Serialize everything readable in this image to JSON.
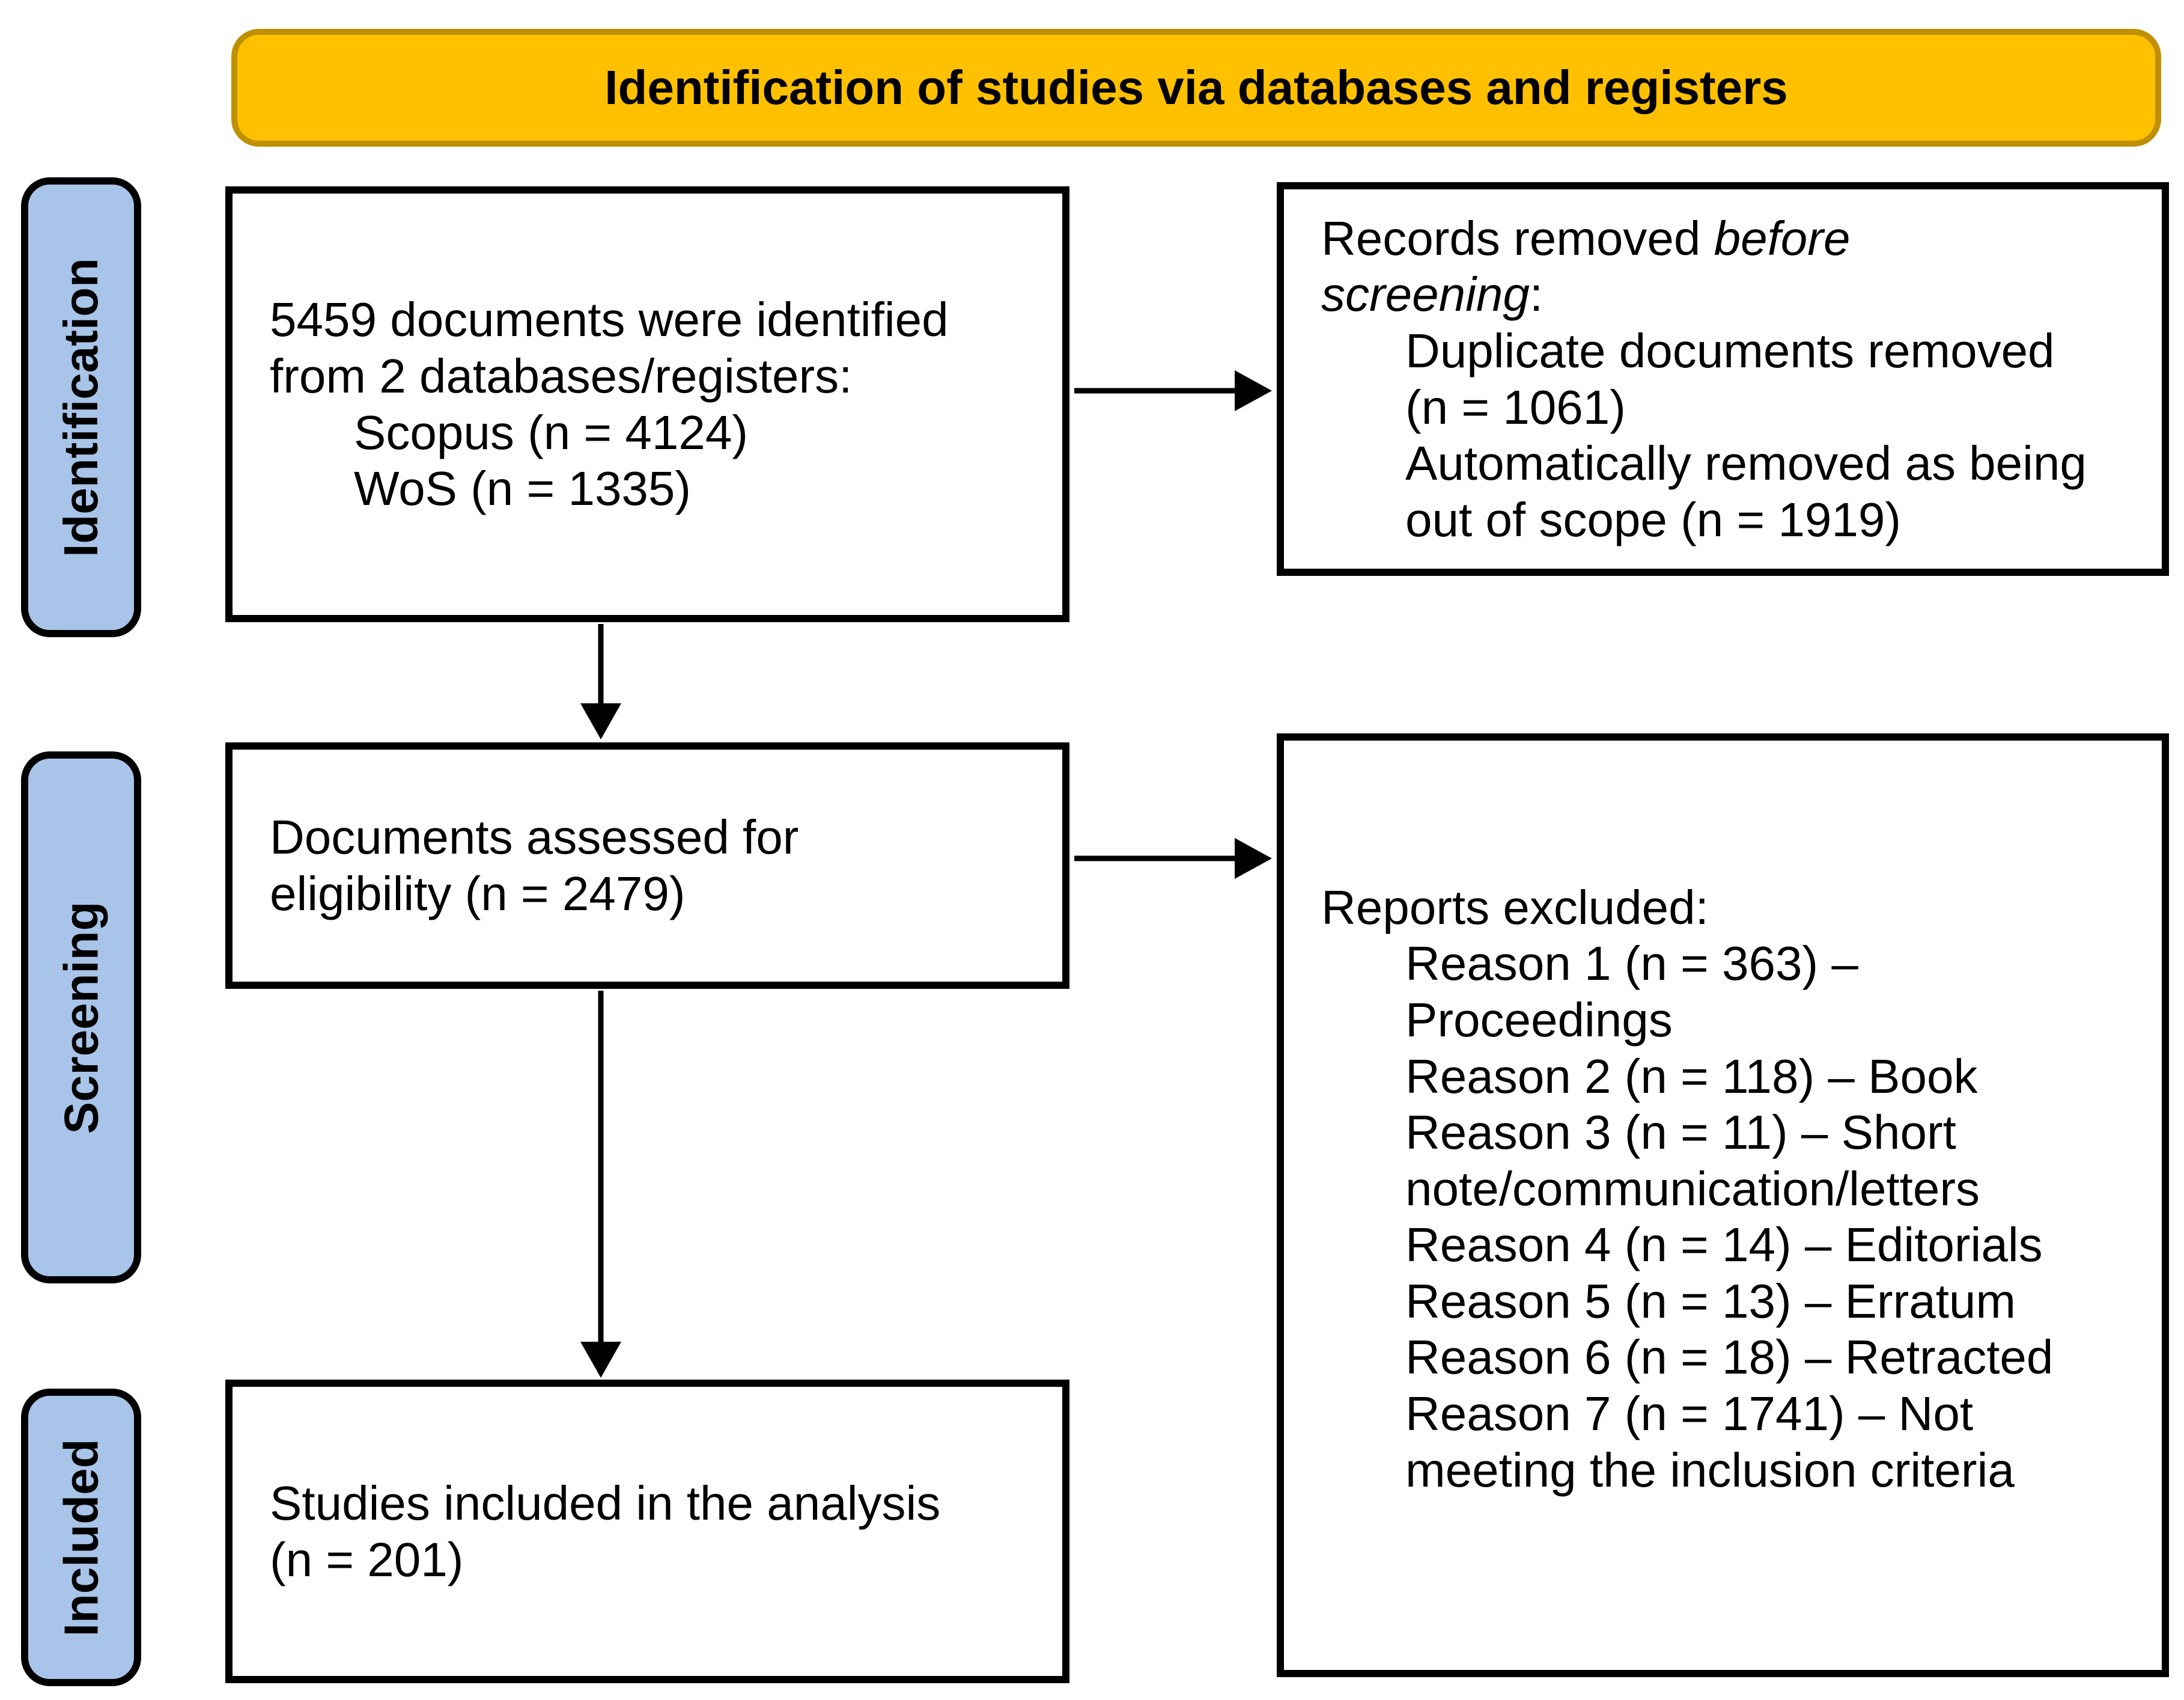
{
  "banner": {
    "title": "Identification of studies via databases and registers"
  },
  "sidebar": {
    "labels": [
      "Identification",
      "Screening",
      "Included"
    ]
  },
  "boxes": {
    "identified": {
      "lines": [
        "5459 documents were identified",
        "from 2 databases/registers:"
      ],
      "sources": [
        "Scopus (n = 4124)",
        "WoS (n = 1335)"
      ]
    },
    "records_removed": {
      "heading": {
        "line1_regular": "Records removed ",
        "line1_italic": "before",
        "line2_italic": "screening",
        "line2_regular": ":"
      },
      "items": [
        "Duplicate documents removed",
        "(n = 1061)",
        "Automatically removed as being",
        "out of scope (n = 1919)"
      ]
    },
    "assessed": {
      "lines": [
        "Documents assessed for",
        "eligibility (n = 2479)"
      ]
    },
    "reports_excluded": {
      "heading": "Reports excluded:",
      "items": [
        "Reason 1 (n = 363) –",
        "Proceedings",
        "Reason 2 (n = 118) – Book",
        "Reason 3 (n = 11) – Short",
        "note/communication/letters",
        "Reason 4 (n = 14) – Editorials",
        "Reason 5 (n = 13) – Erratum",
        "Reason 6 (n = 18) – Retracted",
        "Reason 7 (n = 1741) – Not",
        "meeting the inclusion criteria"
      ]
    },
    "included": {
      "lines": [
        "Studies included in the analysis",
        "(n = 201)"
      ]
    }
  },
  "colors": {
    "banner_fill": "#FFC000",
    "banner_border": "#BF9000",
    "label_fill": "#A8C4E8",
    "line_color": "#000000"
  }
}
